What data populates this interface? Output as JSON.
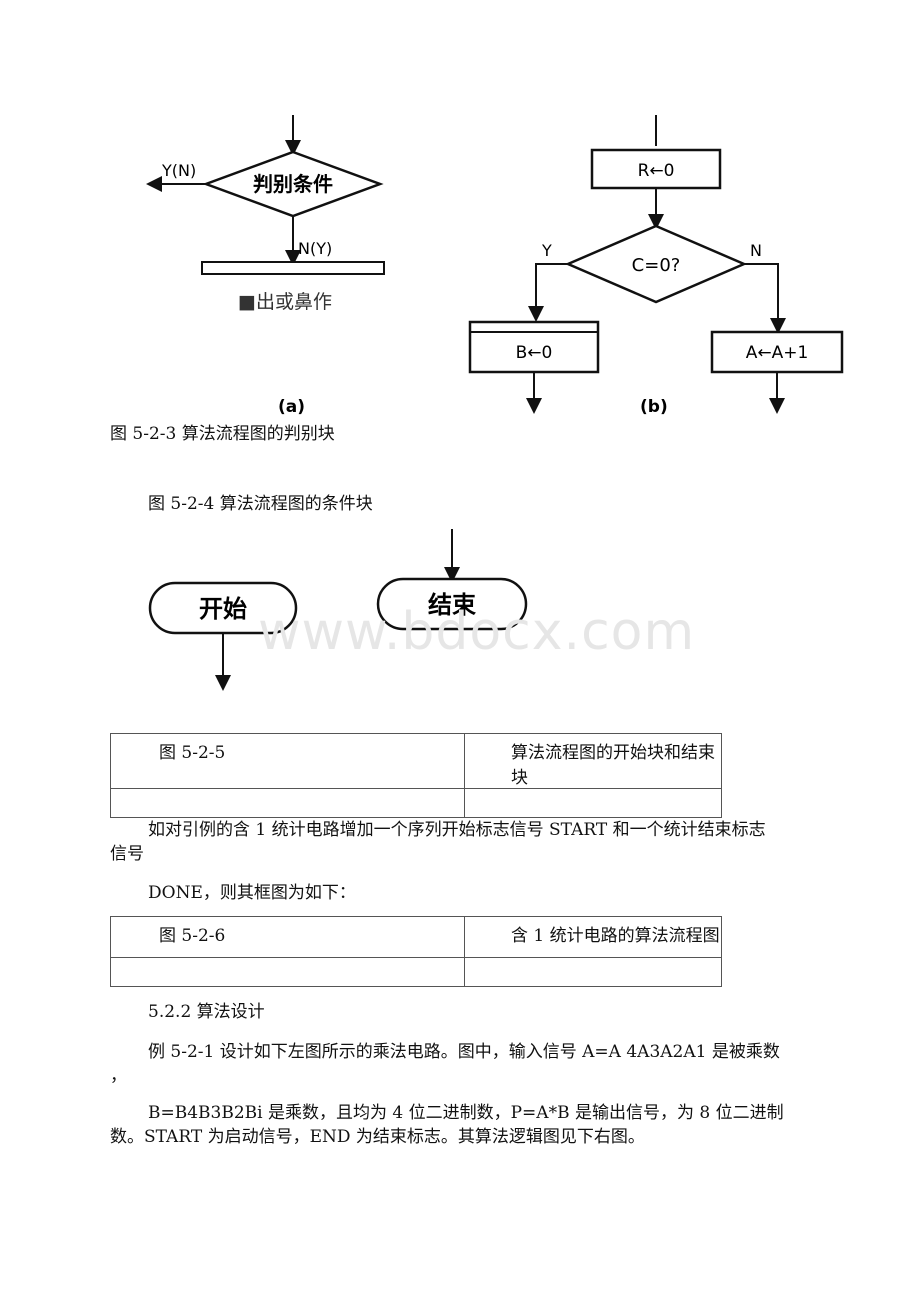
{
  "figure_a": {
    "yes_label": "Y(N)",
    "decision": "判别条件",
    "no_label": "N(Y)",
    "output_label": "■出或鼻作",
    "sub_label": "(a)"
  },
  "figure_b": {
    "box_r": "R←0",
    "decision": "C=0?",
    "yes_label": "Y",
    "no_label": "N",
    "box_b": "B←0",
    "box_a": "A←A+1",
    "sub_label": "(b)"
  },
  "caption_1": "图 5-2-3 算法流程图的判别块",
  "caption_2": "图 5-2-4 算法流程图的条件块",
  "figure_c": {
    "start": "开始",
    "end": "结束"
  },
  "watermark": "www.bdocx.com",
  "table_1": {
    "left": "图 5-2-5",
    "right": "算法流程图的开始块和结束块"
  },
  "para_1a": "如对引例的含 1 统计电路增加一个序列开始标志信号 START 和一个统计结束标志",
  "para_1b": "信号",
  "para_2": "DONE，则其框图为如下：",
  "table_2": {
    "left": "图 5-2-6",
    "right": "含 1 统计电路的算法流程图"
  },
  "section": "5.2.2 算法设计",
  "para_3a": "例 5-2-1 设计如下左图所示的乘法电路。图中，输入信号 A=A 4A3A2A1 是被乘数",
  "para_3b": "，",
  "para_4a": "B=B4B3B2Bi 是乘数，且均为 4 位二进制数，P=A*B 是输出信号，为 8 位二进制",
  "para_4b": "数。START 为启动信号，END 为结束标志。其算法逻辑图见下右图。"
}
